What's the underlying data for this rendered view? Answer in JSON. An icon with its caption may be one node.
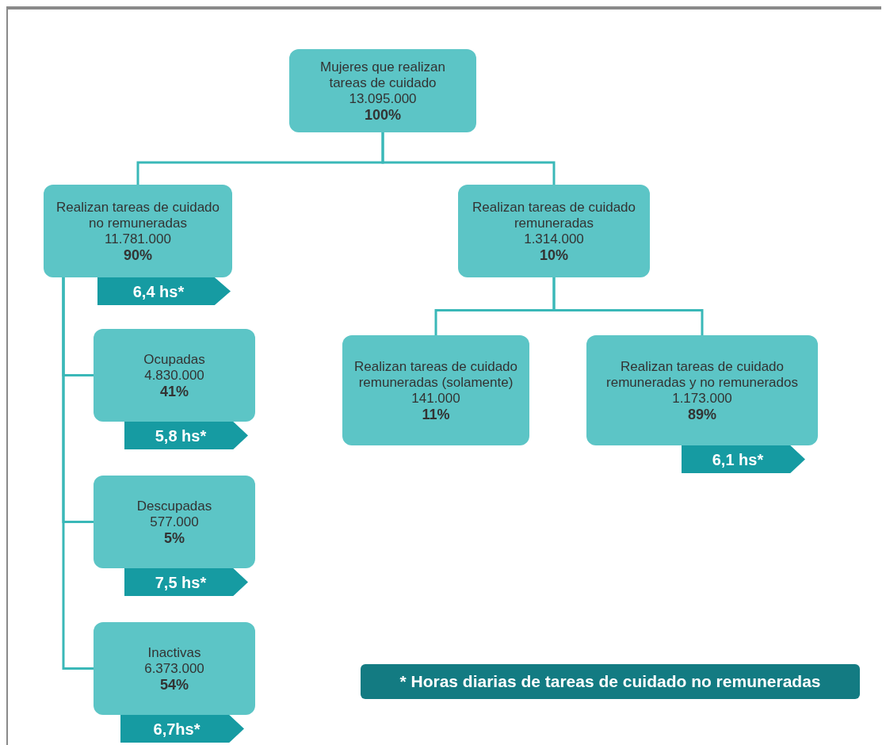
{
  "diagram": {
    "nodes": [
      {
        "text": [
          "Mujeres que realizan tareas de cuidado",
          "13.095.000",
          "100%"
        ]
      },
      {
        "text": [
          "Realizan tareas de cuidado no remuneradas",
          "11.781.000",
          "90%"
        ],
        "beside": [
          "6,4 hs*"
        ]
      },
      {
        "text": [
          "Ocupadas",
          "4.830.000",
          "41%"
        ],
        "beside": [
          "5,8 hs*"
        ]
      },
      {
        "text": [
          "Descupadas",
          "577.000",
          "5%"
        ],
        "beside": [
          "7,5 hs*"
        ]
      },
      {
        "text": [
          "Inactivas",
          "6.373.000",
          "54%"
        ],
        "beside": [
          "6,7hs*"
        ]
      },
      {
        "text": [
          "Realizan tareas de cuidado remuneradas",
          "1.314.000",
          "10%"
        ]
      },
      {
        "text": [
          "Realizan tareas de cuidado remuneradas (solamente)",
          "141.000",
          "11%"
        ]
      },
      {
        "text": [
          "Realizan tareas de cuidado remuneradas y no remunerados",
          "1.173.000",
          "89%"
        ],
        "beside": [
          "6,1 hs*"
        ]
      },
      {
        "text": [
          "* Horas diarias de tareas de cuidado no remuneradas"
        ]
      }
    ],
    "edges": [
      {
        "from": 0,
        "to": 1,
        "arrow": "none"
      },
      {
        "from": 0,
        "to": 5,
        "arrow": "none"
      },
      {
        "from": 1,
        "to": 2,
        "arrow": "none"
      },
      {
        "from": 1,
        "to": 3,
        "arrow": "none"
      },
      {
        "from": 1,
        "to": 4,
        "arrow": "none"
      },
      {
        "from": 5,
        "to": 6,
        "arrow": "none"
      },
      {
        "from": 5,
        "to": 7,
        "arrow": "none"
      }
    ]
  }
}
